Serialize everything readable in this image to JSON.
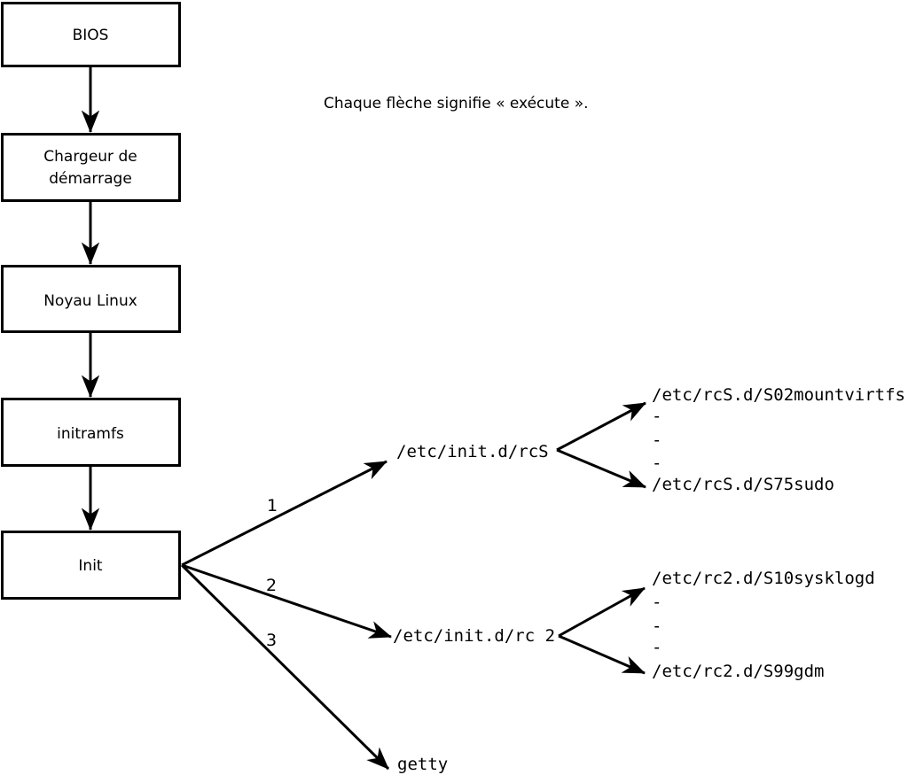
{
  "diagram": {
    "caption": "Chaque flèche signifie « exécute ».",
    "boot_sequence": [
      {
        "label": "BIOS"
      },
      {
        "line1": "Chargeur de",
        "line2": "démarrage"
      },
      {
        "label": "Noyau Linux"
      },
      {
        "label": "initramfs"
      },
      {
        "label": "Init"
      }
    ],
    "init_branches": [
      {
        "number": "1",
        "target": "/etc/init.d/rcS"
      },
      {
        "number": "2",
        "target": "/etc/init.d/rc 2"
      },
      {
        "number": "3",
        "target": "getty"
      }
    ],
    "rcS_dir": {
      "first_script": "/etc/rcS.d/S02mountvirtfs",
      "dash1": "-",
      "dash2": "-",
      "dash3": "-",
      "last_script": "/etc/rcS.d/S75sudo"
    },
    "rc2_dir": {
      "first_script": "/etc/rc2.d/S10sysklogd",
      "dash1": "-",
      "dash2": "-",
      "dash3": "-",
      "last_script": "/etc/rc2.d/S99gdm"
    },
    "colors": {
      "line": "#000000",
      "background": "#ffffff"
    }
  }
}
